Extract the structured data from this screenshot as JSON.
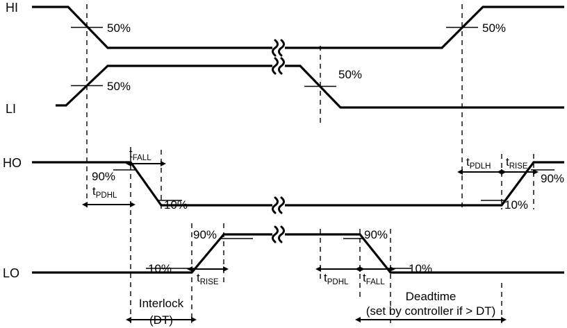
{
  "diagram": {
    "title": "Gate driver interlock and deadtime timing diagram",
    "background_color": "#ffffff",
    "line_color": "#000000",
    "signals": [
      {
        "name": "HI",
        "label": "HI"
      },
      {
        "name": "LI",
        "label": "LI"
      },
      {
        "name": "HO",
        "label": "HO"
      },
      {
        "name": "LO",
        "label": "LO"
      }
    ],
    "threshold_labels": {
      "fifty": "50%",
      "ninety": "90%",
      "ten": "10%"
    },
    "timing_labels": {
      "t_fall_base": "t",
      "t_fall_sub": "FALL",
      "t_rise_base": "t",
      "t_rise_sub": "RISE",
      "t_pdhl_base": "t",
      "t_pdhl_sub": "PDHL",
      "t_pdlh_base": "t",
      "t_pdlh_sub": "PDLH"
    },
    "annotations": {
      "interlock_line1": "Interlock",
      "interlock_line2": "(DT)",
      "deadtime_line1": "Deadtime",
      "deadtime_line2": "(set by controller if > DT)"
    },
    "markers": {
      "hi_fall_50": "50%",
      "hi_rise_50": "50%",
      "li_rise_50": "50%",
      "li_fall_50": "50%",
      "ho_fall_90": "90%",
      "ho_fall_10": "10%",
      "ho_rise_10": "10%",
      "ho_rise_90": "90%",
      "lo_rise_10": "10%",
      "lo_rise_90": "90%",
      "lo_fall_90": "90%",
      "lo_fall_10": "10%"
    },
    "measurements": [
      {
        "id": "ho-tfall",
        "base": "t",
        "sub": "FALL"
      },
      {
        "id": "ho-tpdhl",
        "base": "t",
        "sub": "PDHL"
      },
      {
        "id": "ho-tpdlh",
        "base": "t",
        "sub": "PDLH"
      },
      {
        "id": "ho-trise",
        "base": "t",
        "sub": "RISE"
      },
      {
        "id": "lo-trise",
        "base": "t",
        "sub": "RISE"
      },
      {
        "id": "lo-tpdhl",
        "base": "t",
        "sub": "PDHL"
      },
      {
        "id": "lo-tfall",
        "base": "t",
        "sub": "FALL"
      }
    ]
  }
}
